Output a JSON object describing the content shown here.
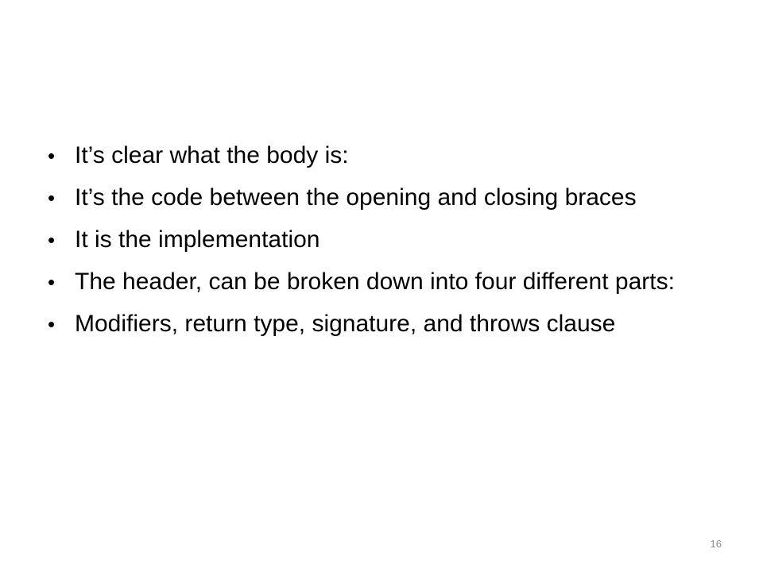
{
  "slide": {
    "bullets": [
      "It’s clear what the body is:",
      "It’s the code between the opening and closing braces",
      "It is the implementation",
      "The header, can be broken down into four different parts:",
      "Modifiers, return type, signature, and throws clause"
    ],
    "page_number": "16"
  }
}
